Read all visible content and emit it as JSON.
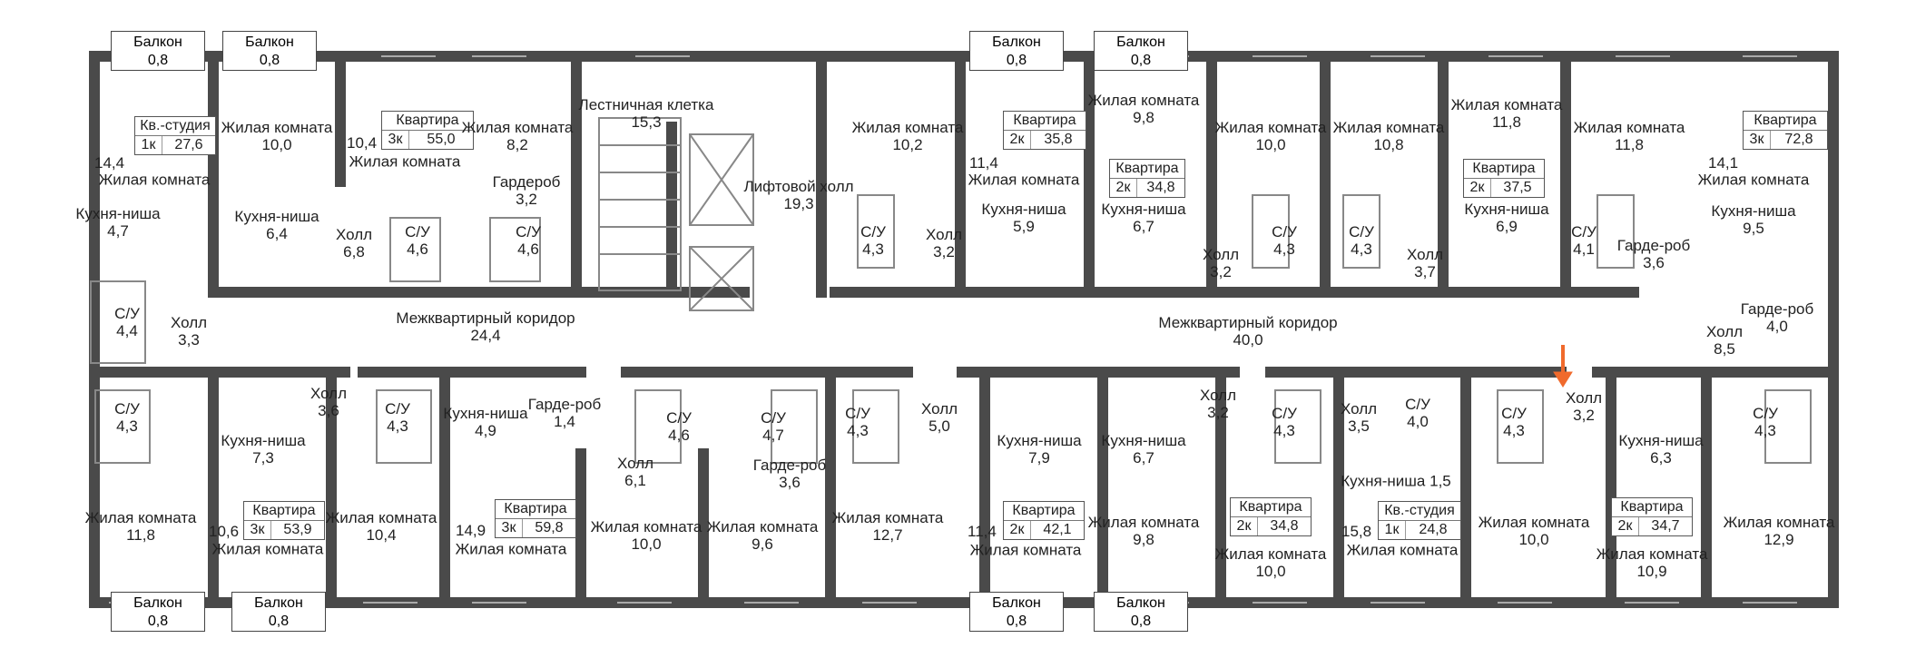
{
  "balconies_top": [
    "Балкон",
    "0,8",
    "Балкон",
    "0,8",
    "Балкон",
    "0,8",
    "Балкон",
    "0,8"
  ],
  "balconies_bottom": [
    "Балкон",
    "0,8",
    "Балкон",
    "0,8",
    "Балкон",
    "0,8",
    "Балкон",
    "0,8"
  ],
  "stairs": {
    "name": "Лестничная клетка",
    "area": "15,3"
  },
  "lift": {
    "name": "Лифтовой холл",
    "area": "19,3"
  },
  "corridor_left": {
    "name": "Межквартирный коридор",
    "area": "24,4"
  },
  "corridor_right": {
    "name": "Межквартирный коридор",
    "area": "40,0"
  },
  "apt_top1": {
    "title": "Кв.-студия",
    "rooms": "1к",
    "area": "27,6",
    "room_area": "14,4",
    "room_name": "Жилая комната",
    "kitchen": "Кухня-ниша",
    "kitchen_area": "4,7",
    "bath": "С/У",
    "bath_area": "4,4",
    "hall": "Холл",
    "hall_area": "3,3"
  },
  "apt_top2": {
    "title": "Квартира",
    "rooms": "3к",
    "area": "55,0",
    "room_area": "10,4",
    "room_name": "Жилая комната",
    "r1": "Жилая комната",
    "r1a": "10,0",
    "r2": "Жилая комната",
    "r2a": "8,2",
    "kitchen": "Кухня-ниша",
    "kitchen_area": "6,4",
    "hall": "Холл",
    "hall_area": "6,8",
    "wardrobe": "Гардероб",
    "wardrobe_area": "3,2",
    "bath1": "С/У",
    "bath1_area": "4,6",
    "bath2": "С/У",
    "bath2_area": "4,6"
  },
  "apt_top3": {
    "title": "Квартира",
    "rooms": "2к",
    "area": "35,8",
    "room_area": "11,4",
    "room_name": "Жилая комната",
    "r1": "Жилая комната",
    "r1a": "10,2",
    "kitchen": "Кухня-ниша",
    "kitchen_area": "5,9",
    "bath": "С/У",
    "bath_area": "4,3",
    "hall": "Холл",
    "hall_area": "3,2"
  },
  "apt_top4": {
    "title": "Квартира",
    "rooms": "2к",
    "area": "34,8",
    "r1": "Жилая комната",
    "r1a": "9,8",
    "r2": "Жилая комната",
    "r2a": "10,0",
    "kitchen": "Кухня-ниша",
    "kitchen_area": "6,7",
    "bath": "С/У",
    "bath_area": "4,3",
    "hall": "Холл",
    "hall_area": "3,2"
  },
  "apt_top5": {
    "title": "Квартира",
    "rooms": "2к",
    "area": "37,5",
    "r1": "Жилая комната",
    "r1a": "10,8",
    "r2": "Жилая комната",
    "r2a": "11,8",
    "kitchen": "Кухня-ниша",
    "kitchen_area": "6,9",
    "bath": "С/У",
    "bath_area": "4,3",
    "hall": "Холл",
    "hall_area": "3,7"
  },
  "apt_top6": {
    "title": "Квартира",
    "rooms": "3к",
    "area": "72,8",
    "room_area": "14,1",
    "room_name": "Жилая комната",
    "r1": "Жилая комната",
    "r1a": "11,8",
    "kitchen": "Кухня-ниша",
    "kitchen_area": "9,5",
    "bath": "С/У",
    "bath_area": "4,1",
    "wardrobe": "Гарде-роб",
    "wardrobe_area": "3,6",
    "wardrobe2": "Гарде-роб",
    "wardrobe2_area": "4,0",
    "hall": "Холл",
    "hall_area": "8,5"
  },
  "apt_bot1": {
    "title": "Квартира",
    "rooms": "3к",
    "area": "53,9",
    "room_area": "10,6",
    "room_name": "Жилая комната",
    "r1": "Жилая комната",
    "r1a": "11,8",
    "r2": "Жилая комната",
    "r2a": "10,4",
    "kitchen": "Кухня-ниша",
    "kitchen_area": "7,3",
    "bath1": "С/У",
    "bath1_area": "4,3",
    "bath2": "С/У",
    "bath2_area": "4,3",
    "hall": "Холл",
    "hall_area": "3,6"
  },
  "apt_bot2": {
    "title": "Квартира",
    "rooms": "3к",
    "area": "59,8",
    "room_area": "14,9",
    "room_name": "Жилая комната",
    "r1": "Жилая комната",
    "r1a": "10,0",
    "r2": "Жилая комната",
    "r2a": "9,6",
    "kitchen": "Кухня-ниша",
    "kitchen_area": "4,9",
    "wardrobe": "Гарде-роб",
    "wardrobe_area": "1,4",
    "bath1": "С/У",
    "bath1_area": "4,6",
    "bath2": "С/У",
    "bath2_area": "4,7",
    "hall": "Холл",
    "hall_area": "6,1",
    "wardrobe2": "Гарде-роб",
    "wardrobe2_area": "3,6"
  },
  "apt_bot3": {
    "title": "Квартира",
    "rooms": "2к",
    "area": "42,1",
    "room_area": "11,4",
    "room_name": "Жилая комната",
    "r1": "Жилая комната",
    "r1a": "12,7",
    "kitchen": "Кухня-ниша",
    "kitchen_area": "7,9",
    "bath": "С/У",
    "bath_area": "4,3",
    "hall": "Холл",
    "hall_area": "5,0"
  },
  "apt_bot4": {
    "title": "Квартира",
    "rooms": "2к",
    "area": "34,8",
    "r1": "Жилая комната",
    "r1a": "9,8",
    "r2": "Жилая комната",
    "r2a": "10,0",
    "kitchen": "Кухня-ниша",
    "kitchen_area": "6,7",
    "bath": "С/У",
    "bath_area": "4,3",
    "hall": "Холл",
    "hall_area": "3,2"
  },
  "apt_bot5": {
    "title": "Кв.-студия",
    "rooms": "1к",
    "area": "24,8",
    "room_area": "15,8",
    "room_name": "Жилая комната",
    "kitchen": "Кухня-ниша",
    "kitchen_area": "1,5",
    "bath": "С/У",
    "bath_area": "4,0",
    "hall": "Холл",
    "hall_area": "3,5"
  },
  "apt_bot6": {
    "title": "Квартира",
    "rooms": "2к",
    "area": "34,7",
    "r1": "Жилая комната",
    "r1a": "10,0",
    "r2": "Жилая комната",
    "r2a": "10,9",
    "r3": "Жилая комната",
    "r3a": "12,9",
    "kitchen": "Кухня-ниша",
    "kitchen_area": "6,3",
    "bath1": "С/У",
    "bath1_area": "4,3",
    "bath2": "С/У",
    "bath2_area": "4,3",
    "hall": "Холл",
    "hall_area": "3,2"
  },
  "colors": {
    "wall": "#4a4a4a",
    "thin": "#888888",
    "accent": "#f06a2c"
  },
  "marker": "orange-arrow-icon"
}
